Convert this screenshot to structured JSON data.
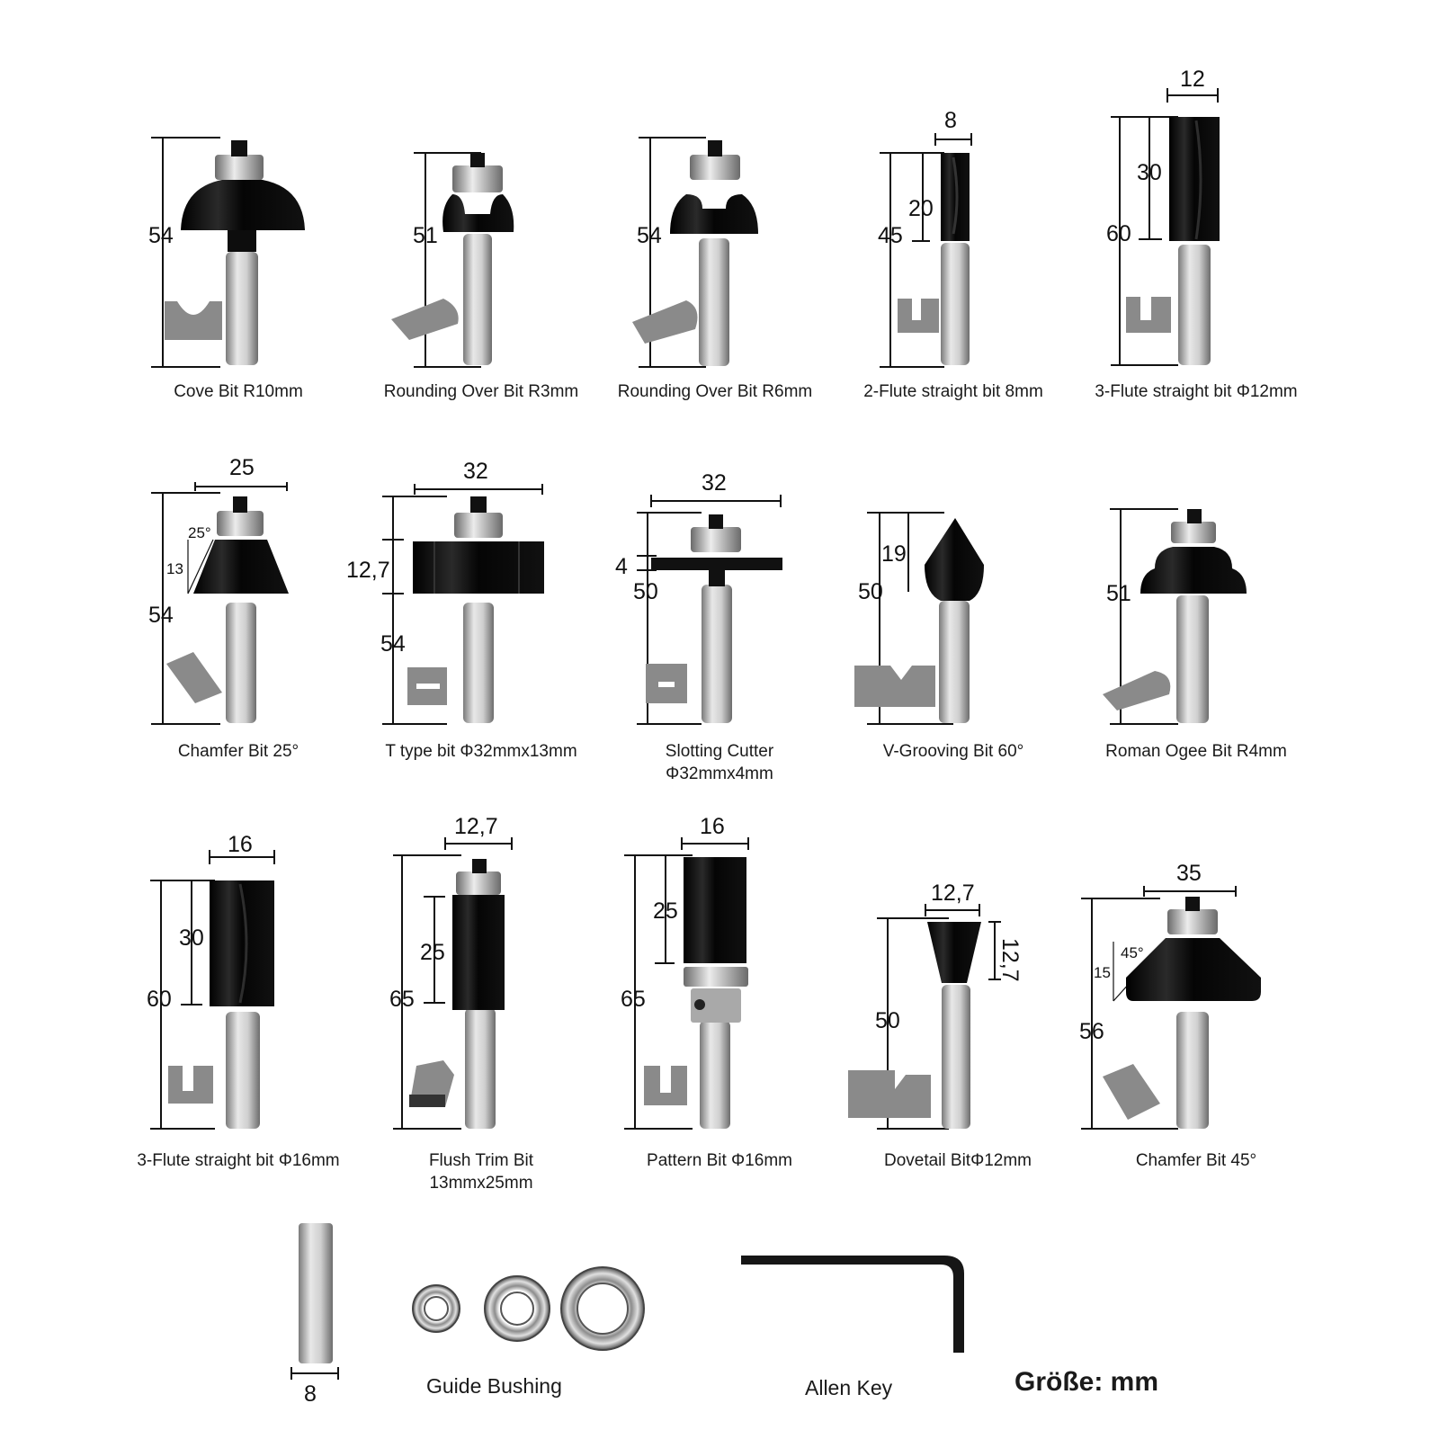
{
  "rows": [
    [
      {
        "caption": [
          "Cove Bit R10mm"
        ],
        "dims": {
          "total": "54"
        }
      },
      {
        "caption": [
          "Rounding Over Bit R3mm"
        ],
        "dims": {
          "total": "51"
        }
      },
      {
        "caption": [
          "Rounding Over Bit R6mm"
        ],
        "dims": {
          "total": "54"
        }
      },
      {
        "caption": [
          "2-Flute straight bit 8mm"
        ],
        "dims": {
          "total": "45",
          "cut": "20",
          "width": "8"
        }
      },
      {
        "caption": [
          "3-Flute straight bit Φ12mm"
        ],
        "dims": {
          "total": "60",
          "cut": "30",
          "width": "12"
        }
      }
    ],
    [
      {
        "caption": [
          "Chamfer Bit 25°"
        ],
        "dims": {
          "total": "54",
          "width": "25",
          "angle": "25°",
          "cut": "13"
        }
      },
      {
        "caption": [
          "T type bit Φ32mmx13mm"
        ],
        "dims": {
          "total": "54",
          "width": "32",
          "cut": "12,7"
        }
      },
      {
        "caption": [
          "Slotting Cutter",
          "Φ32mmx4mm"
        ],
        "dims": {
          "total": "50",
          "width": "32",
          "cut": "4"
        }
      },
      {
        "caption": [
          "V-Grooving Bit 60°"
        ],
        "dims": {
          "total": "50",
          "cut": "19"
        }
      },
      {
        "caption": [
          "Roman Ogee Bit R4mm"
        ],
        "dims": {
          "total": "51"
        }
      }
    ],
    [
      {
        "caption": [
          "3-Flute straight bit Φ16mm"
        ],
        "dims": {
          "total": "60",
          "cut": "30",
          "width": "16"
        }
      },
      {
        "caption": [
          "Flush Trim Bit",
          "13mmx25mm"
        ],
        "dims": {
          "total": "65",
          "cut": "25",
          "width": "12,7"
        }
      },
      {
        "caption": [
          "Pattern Bit Φ16mm"
        ],
        "dims": {
          "total": "65",
          "cut": "25",
          "width": "16"
        }
      },
      {
        "caption": [
          "Dovetail BitΦ12mm"
        ],
        "dims": {
          "total": "50",
          "cut": "12,7",
          "width": "12,7"
        }
      },
      {
        "caption": [
          "Chamfer Bit 45°"
        ],
        "dims": {
          "total": "56",
          "width": "35",
          "angle": "45°",
          "cut": "15"
        }
      }
    ]
  ],
  "accessories": {
    "rod_dim": "8",
    "guide_bushing": "Guide Bushing",
    "allen_key": "Allen Key"
  },
  "unit_label": "Größe: mm",
  "colors": {
    "bit": "#0d0d0d",
    "shank": "#c6c6c6",
    "profile": "#8a8a8a",
    "bearing": "#bcbcbc"
  }
}
